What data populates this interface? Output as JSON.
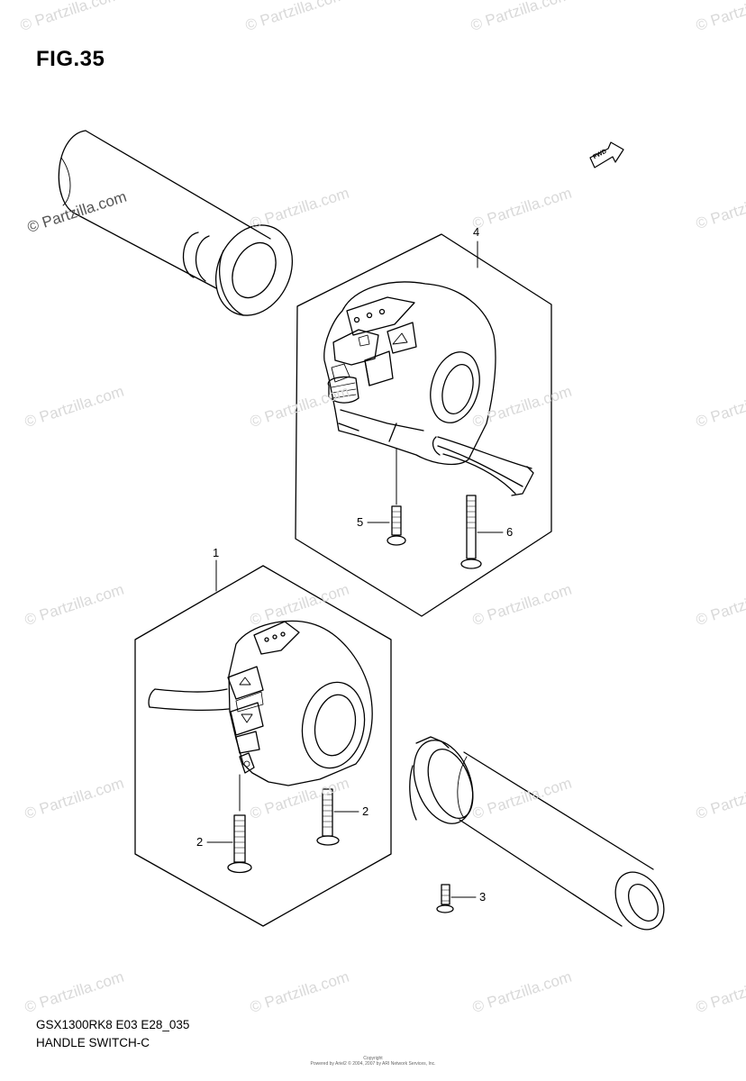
{
  "figure": {
    "title": "FIG.35"
  },
  "footer": {
    "model_code": "GSX1300RK8 E03 E28_035",
    "section_name": "HANDLE SWITCH-C"
  },
  "fwd_badge": "FWD",
  "watermark": "© Partzilla.com",
  "callouts": [
    {
      "id": "1",
      "label": "1"
    },
    {
      "id": "2a",
      "label": "2"
    },
    {
      "id": "2b",
      "label": "2"
    },
    {
      "id": "3",
      "label": "3"
    },
    {
      "id": "4",
      "label": "4"
    },
    {
      "id": "5",
      "label": "5"
    },
    {
      "id": "6",
      "label": "6"
    }
  ],
  "copyright": {
    "line1": "Copyright",
    "line2": "Powered by Ariel2 © 2004, 2007 by ARI Network Services, Inc."
  }
}
